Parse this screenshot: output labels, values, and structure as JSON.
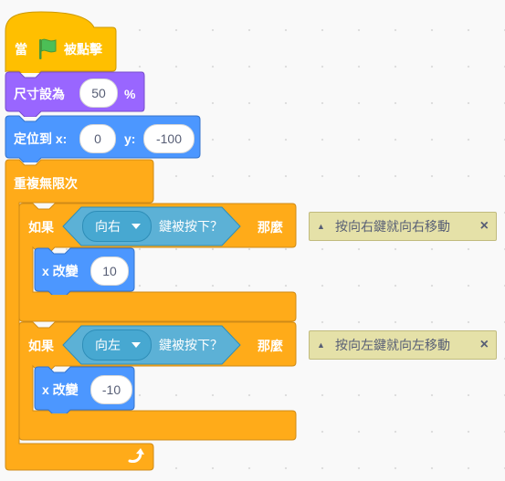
{
  "hat_block": {
    "prefix": "當",
    "flag_icon": "green-flag-icon",
    "suffix": "被點擊"
  },
  "set_size_block": {
    "label": "尺寸設為",
    "value": "50",
    "unit": "%"
  },
  "goto_block": {
    "label": "定位到 x:",
    "x_value": "0",
    "y_label": "y:",
    "y_value": "-100"
  },
  "forever_block": {
    "label": "重複無限次",
    "loop_icon": "loop-arrow-icon"
  },
  "if_right": {
    "if_label": "如果",
    "key_value": "向右",
    "dropdown_icon": "dropdown-arrow-icon",
    "key_pressed_label": "鍵被按下？",
    "then_label": "那麼",
    "change_x_label": "x 改變",
    "change_x_value": "10",
    "comment": "按向右鍵就向右移動",
    "comment_close": "×"
  },
  "if_left": {
    "if_label": "如果",
    "key_value": "向左",
    "dropdown_icon": "dropdown-arrow-icon",
    "key_pressed_label": "鍵被按下？",
    "then_label": "那麼",
    "change_x_label": "x 改變",
    "change_x_value": "-10",
    "comment": "按向左鍵就向左移動",
    "comment_close": "×"
  },
  "colors": {
    "events": "#ffbf00",
    "looks": "#9966ff",
    "motion": "#4c97ff",
    "control": "#ffab19",
    "sensing": "#5cb1d6",
    "comment": "#e5e1a8",
    "flag": "#4cbf56"
  }
}
